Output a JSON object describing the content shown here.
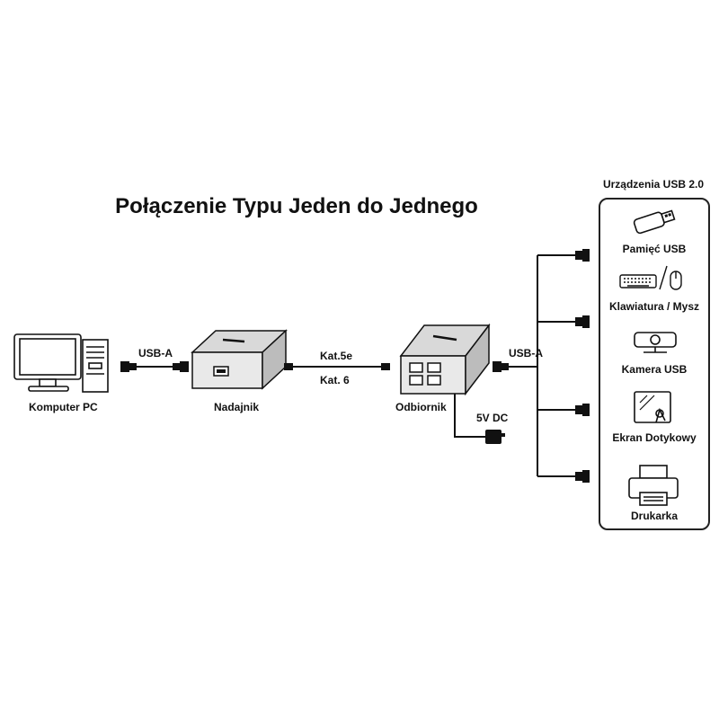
{
  "title": "Połączenie Typu Jeden do Jednego",
  "labels": {
    "computer": "Komputer PC",
    "transmitter": "Nadajnik",
    "receiver": "Odbiornik",
    "usb_a_left": "USB-A",
    "usb_a_right": "USB-A",
    "cable_1": "Kat.5e",
    "cable_2": "Kat. 6",
    "power": "5V DC"
  },
  "devices_panel": {
    "title": "Urządzenia USB 2.0",
    "items": [
      {
        "label": "Pamięć USB",
        "icon": "usb-stick-icon"
      },
      {
        "label": "Klawiatura / Mysz",
        "icon": "keyboard-mouse-icon"
      },
      {
        "label": "Kamera USB",
        "icon": "webcam-icon"
      },
      {
        "label": "Ekran Dotykowy",
        "icon": "touchscreen-icon"
      },
      {
        "label": "Drukarka",
        "icon": "printer-icon"
      }
    ]
  },
  "colors": {
    "line": "#111111",
    "device_fill": "#dcdcdc",
    "dark": "#222222"
  }
}
